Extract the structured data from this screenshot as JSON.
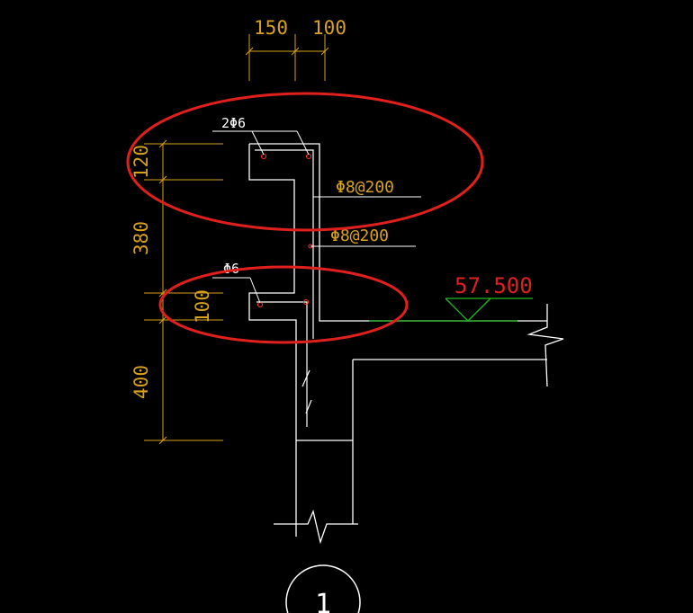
{
  "colors": {
    "background": "#000000",
    "line": "#ffffff",
    "dimension": "#d9a21b",
    "rebar_label": "#d9a21b",
    "elevation_text": "#e02020",
    "elevation_line": "#22bb22",
    "highlight": "#e0201c",
    "rebar_dot": "#ff3030"
  },
  "dimensions": {
    "top_width_1": "150",
    "top_width_2": "100",
    "height_1": "120",
    "height_2": "380",
    "height_3": "100",
    "height_4": "400"
  },
  "rebar_labels": {
    "top_bars": "2Φ6",
    "stirrup_upper": "Φ8@200",
    "stirrup_lower": "Φ8@200",
    "lower_bar": "Φ6"
  },
  "elevation": {
    "value": "57.500"
  },
  "section_marker": {
    "number": "1"
  },
  "icons": {
    "break_symbol": "zigzag-break-icon",
    "elevation_symbol": "elevation-triangle-icon"
  }
}
